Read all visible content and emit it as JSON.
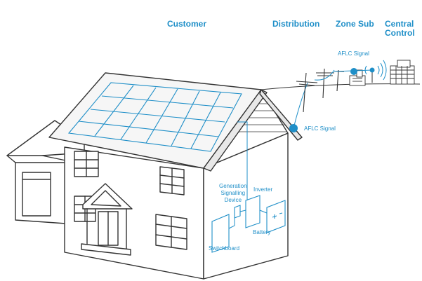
{
  "headers": {
    "customer": "Customer",
    "distribution": "Distribution",
    "zone_sub": "Zone Sub",
    "central_control_line1": "Central",
    "central_control_line2": "Control"
  },
  "labels": {
    "aflc_signal_top": "AFLC Signal",
    "aflc_signal_pole": "AFLC Signal",
    "generation_signalling_line1": "Generation",
    "generation_signalling_line2": "Signalling",
    "generation_signalling_line3": "Device",
    "inverter": "Inverter",
    "battery": "Battery",
    "switchboard": "Switchboard"
  },
  "colors": {
    "accent": "#1f8fc8",
    "outline": "#333333",
    "wall": "#ffffff",
    "roof_shade": "#f2f2f2"
  }
}
